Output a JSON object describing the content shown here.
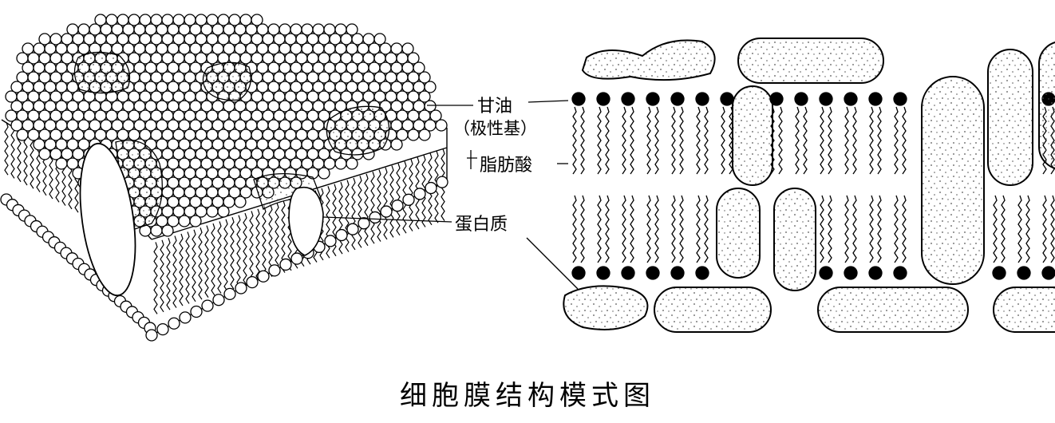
{
  "labels": {
    "glycerol": "甘油",
    "polar_group": "（极性基）",
    "fatty_acid": "脂肪酸",
    "protein": "蛋白质"
  },
  "caption": "细胞膜结构模式图",
  "colors": {
    "ink": "#000000",
    "paper": "#ffffff",
    "dots": "#555555"
  }
}
